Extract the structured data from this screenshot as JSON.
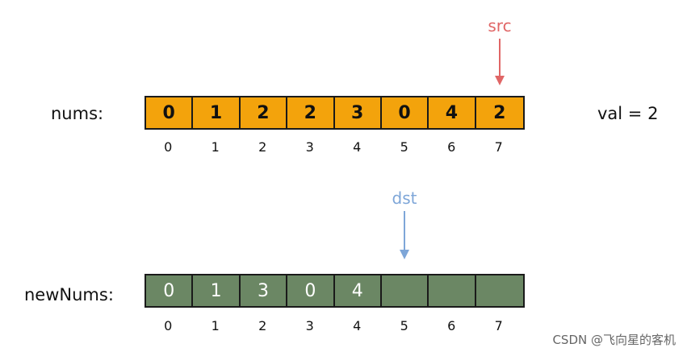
{
  "top_array": {
    "label": "nums:",
    "values": [
      "0",
      "1",
      "2",
      "2",
      "3",
      "0",
      "4",
      "2"
    ],
    "indices": [
      "0",
      "1",
      "2",
      "3",
      "4",
      "5",
      "6",
      "7"
    ],
    "fill_color": "#f3a30c"
  },
  "bottom_array": {
    "label": "newNums:",
    "values": [
      "0",
      "1",
      "3",
      "0",
      "4",
      "",
      "",
      ""
    ],
    "indices": [
      "0",
      "1",
      "2",
      "3",
      "4",
      "5",
      "6",
      "7"
    ],
    "fill_color": "#6b8764"
  },
  "val_label": "val = 2",
  "src_pointer": {
    "label": "src",
    "color": "#e06666",
    "index": 7
  },
  "dst_pointer": {
    "label": "dst",
    "color": "#7ea6d8",
    "index": 5
  },
  "watermark": "CSDN @飞向星的客机"
}
